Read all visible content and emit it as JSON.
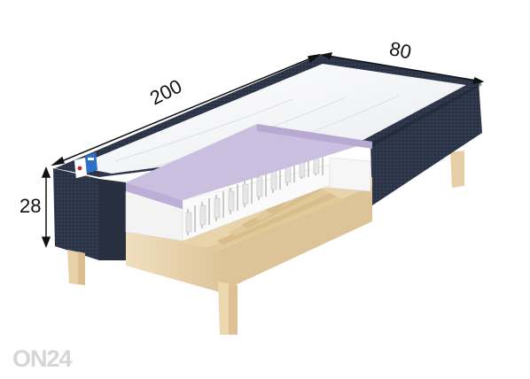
{
  "dimensions": {
    "length": "200",
    "width": "80",
    "height": "28"
  },
  "watermark": "ON24",
  "colors": {
    "fabric": "#2c3547",
    "fabric_dark": "#1f2735",
    "mattress_top": "#f4f5f7",
    "foam": "#f2f2f2",
    "lavender_layer": "#cbbfe0",
    "wood": "#ead6b2",
    "wood_dark": "#d8bf93"
  }
}
